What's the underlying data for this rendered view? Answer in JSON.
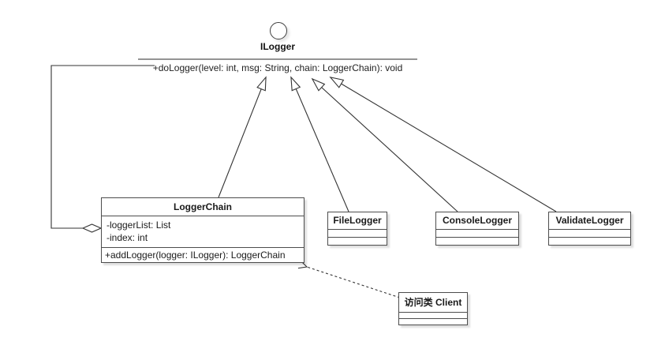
{
  "interface": {
    "name": "ILogger",
    "method": "+doLogger(level: int, msg: String, chain: LoggerChain): void"
  },
  "classes": {
    "loggerChain": {
      "title": "LoggerChain",
      "attributes": [
        "-loggerList: List",
        "-index: int"
      ],
      "methods": [
        "+addLogger(logger: ILogger): LoggerChain"
      ]
    },
    "fileLogger": {
      "title": "FileLogger"
    },
    "consoleLogger": {
      "title": "ConsoleLogger"
    },
    "validateLogger": {
      "title": "ValidateLogger"
    },
    "client": {
      "title": "访问类 Client"
    }
  },
  "connectors": [
    {
      "type": "realization",
      "from": "LoggerChain",
      "to": "ILogger"
    },
    {
      "type": "realization",
      "from": "FileLogger",
      "to": "ILogger"
    },
    {
      "type": "realization",
      "from": "ConsoleLogger",
      "to": "ILogger"
    },
    {
      "type": "realization",
      "from": "ValidateLogger",
      "to": "ILogger"
    },
    {
      "type": "aggregation",
      "from": "LoggerChain",
      "to": "ILogger"
    },
    {
      "type": "dependency",
      "from": "访问类 Client",
      "to": "LoggerChain"
    }
  ],
  "colors": {
    "background": "#ffffff",
    "box_border": "#4d4d4d",
    "connector_stroke": "#333333",
    "interface_line": "#949494",
    "text": "#1a1a1a"
  }
}
